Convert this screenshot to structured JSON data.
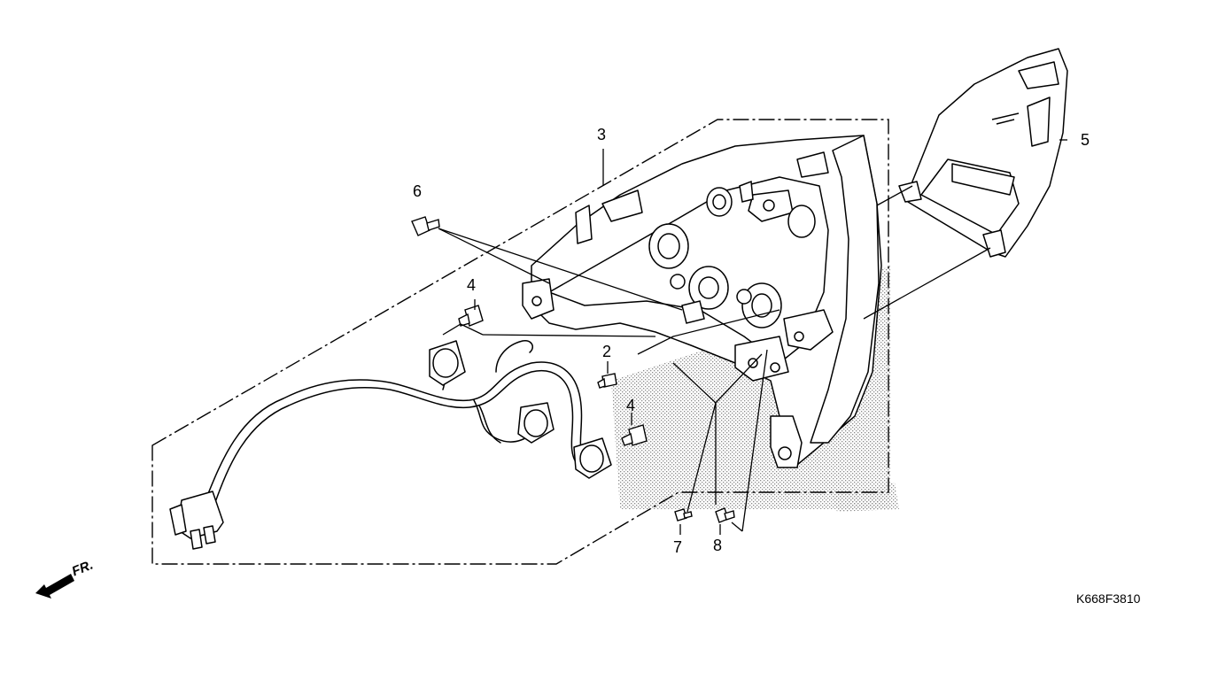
{
  "diagram": {
    "callouts": [
      "3",
      "6",
      "4",
      "2",
      "4",
      "5",
      "7",
      "8"
    ],
    "direction_label": "FR.",
    "figure_code": "K668F3810"
  },
  "colors": {
    "line": "#000000",
    "background": "#ffffff",
    "stipple": "#9a9a9a"
  }
}
